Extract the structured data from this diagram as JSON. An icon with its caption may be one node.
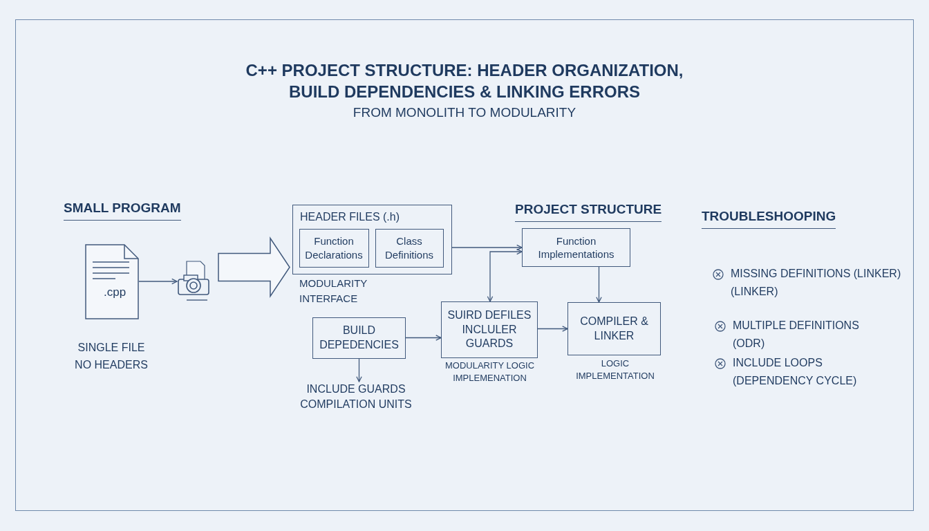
{
  "diagram": {
    "title": "C++ PROJECT STRUCTURE: HEADER ORGANIZATION, BUILD DEPENDENCIES & LINKING ERRORS",
    "nodes": [
      {
        "text": [
          ".cpp"
        ],
        "beside": [
          "SINGLE FILE NO HEADERS"
        ]
      },
      {
        "text": [],
        "shape": "picture"
      },
      {
        "text": [
          "HEADER FILES (.h)"
        ],
        "beside": [
          "MODULARITY INTERFACE"
        ]
      },
      {
        "text": [
          "Function Declarations"
        ],
        "in": 2
      },
      {
        "text": [
          "Class Definitions"
        ],
        "in": 2
      },
      {
        "text": [
          "Function Implementations"
        ]
      },
      {
        "text": [
          "BUILD DEPEDENCIES"
        ]
      },
      {
        "text": [
          "SUIRD DEFILES INCLULER GUARDS"
        ],
        "beside": [
          "MODULARITY LOGIC IMPLEMENATION"
        ]
      },
      {
        "text": [
          "COMPILER & LINKER"
        ],
        "beside": [
          "LOGIC IMPLEMENTATION"
        ]
      },
      {
        "text": [
          "INCLUDE GUARDS COMPILATION UNITS"
        ]
      }
    ],
    "edges": [
      {
        "from": 0,
        "to": 1,
        "arrow": "to"
      },
      {
        "from": 1,
        "to": 2,
        "arrow": "to",
        "style": "thick"
      },
      {
        "from": 2,
        "to": 5,
        "arrow": "to"
      },
      {
        "from": 7,
        "to": 5,
        "arrow": "both"
      },
      {
        "from": 5,
        "to": 8,
        "arrow": "to"
      },
      {
        "from": 6,
        "to": 7,
        "arrow": "to"
      },
      {
        "from": 7,
        "to": 8,
        "arrow": "to"
      },
      {
        "from": 6,
        "to": 9,
        "arrow": "to"
      }
    ],
    "labels": [
      "FROM MONOLITH TO MODULARITY",
      "SMALL PROGRAM",
      "PROJECT STRUCTURE",
      "TROUBLESHOOPING",
      "MISSING DEFINITIONS (LINKER) (LINKER)",
      "MULTIPLE DEFINITIONS (ODR)",
      "INCLUDE LOOPS (DEPENDENCY CYCLE)"
    ]
  }
}
